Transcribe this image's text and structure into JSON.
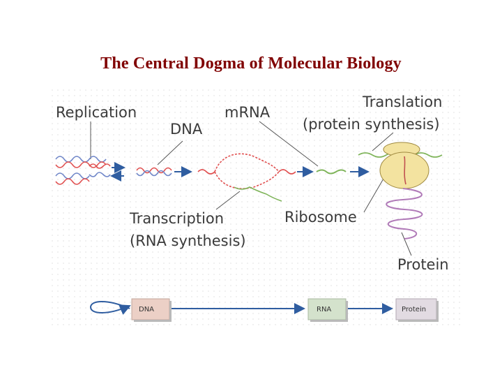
{
  "title": "The Central Dogma of Molecular Biology",
  "labels": {
    "replication": "Replication",
    "dna": "DNA",
    "mrna": "mRNA",
    "translation_1": "Translation",
    "translation_2": "(protein synthesis)",
    "transcription_1": "Transcription",
    "transcription_2": "(RNA synthesis)",
    "ribosome": "Ribosome",
    "protein": "Protein"
  },
  "flow": {
    "dna": "DNA",
    "rna": "RNA",
    "protein": "Protein"
  },
  "colors": {
    "title": "#800000",
    "dna_strand_a": "#e05050",
    "dna_strand_b": "#6f86c8",
    "mrna": "#7fb45a",
    "arrow": "#2f5da0",
    "ribosome": "#f3e3a0",
    "protein": "#b07ab8",
    "dna_box": "#ecd0c6",
    "rna_box": "#d4e2cc",
    "protein_box": "#e2dbe2"
  }
}
